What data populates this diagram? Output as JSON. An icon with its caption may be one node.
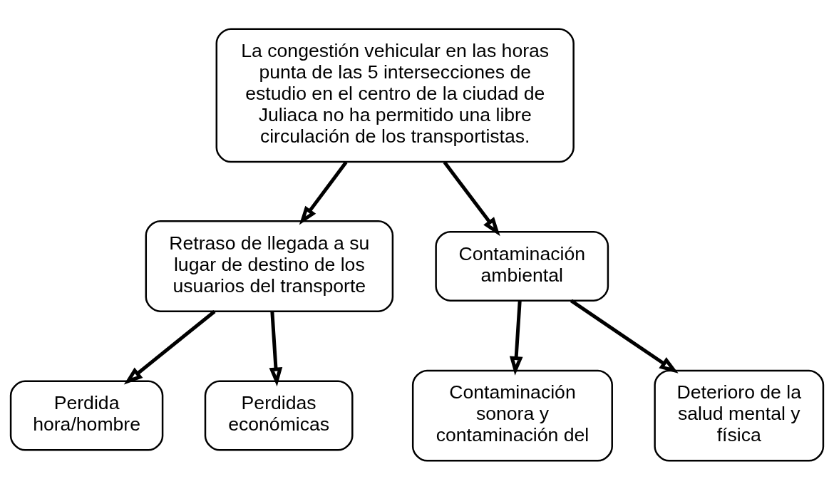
{
  "diagram": {
    "nodes": [
      {
        "text": [
          "La congestión vehicular en las horas punta de las 5 intersecciones de estudio en el centro de la ciudad de Juliaca no ha permitido una libre circulación de los transportistas."
        ]
      },
      {
        "text": [
          "Retraso de llegada a su lugar de destino de los usuarios del transporte"
        ]
      },
      {
        "text": [
          "Contaminación ambiental"
        ]
      },
      {
        "text": [
          "Perdida hora/hombre"
        ]
      },
      {
        "text": [
          "Perdidas económicas"
        ]
      },
      {
        "text": [
          "Contaminación sonora y contaminación del"
        ]
      },
      {
        "text": [
          "Deterioro de la salud mental y física"
        ]
      }
    ],
    "edges": [
      {
        "from": 0,
        "to": 1,
        "arrow": "to"
      },
      {
        "from": 0,
        "to": 2,
        "arrow": "to"
      },
      {
        "from": 1,
        "to": 3,
        "arrow": "to"
      },
      {
        "from": 1,
        "to": 4,
        "arrow": "to"
      },
      {
        "from": 2,
        "to": 5,
        "arrow": "to"
      },
      {
        "from": 2,
        "to": 6,
        "arrow": "to"
      }
    ]
  }
}
